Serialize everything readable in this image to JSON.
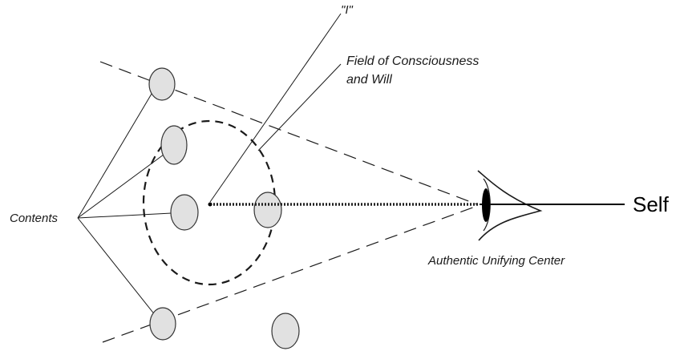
{
  "colors": {
    "line": "#1a1a1a",
    "circle_fill": "#e1e1e1",
    "circle_stroke": "#333333",
    "background": "#ffffff"
  },
  "labels": {
    "i": "\"I\"",
    "field_line1": "Field of Consciousness",
    "field_line2": "and Will",
    "contents": "Contents",
    "authentic": "Authentic Unifying Center",
    "self": "Self"
  },
  "icons": {
    "eye": "eye-icon"
  }
}
